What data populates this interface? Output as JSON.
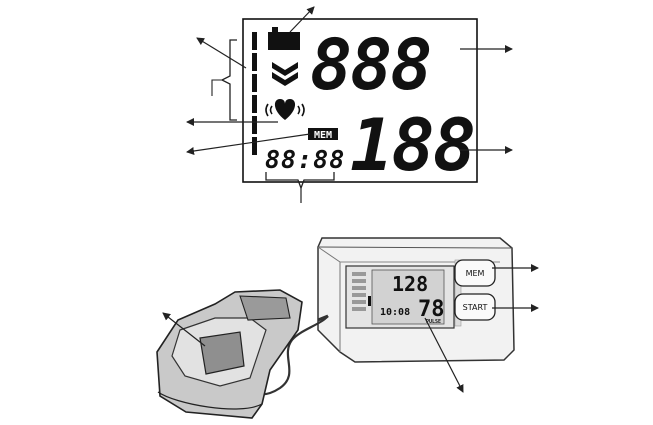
{
  "diagram": {
    "lcd": {
      "systolic": "888",
      "diastolic": "188",
      "time": "88:88",
      "mem_badge": "MEM"
    },
    "device": {
      "display_systolic": "128",
      "display_diastolic": "78",
      "display_time": "10:08",
      "display_pulse_label": "PULSE",
      "mem_button_label": "MEM",
      "start_button_label": "START"
    }
  }
}
